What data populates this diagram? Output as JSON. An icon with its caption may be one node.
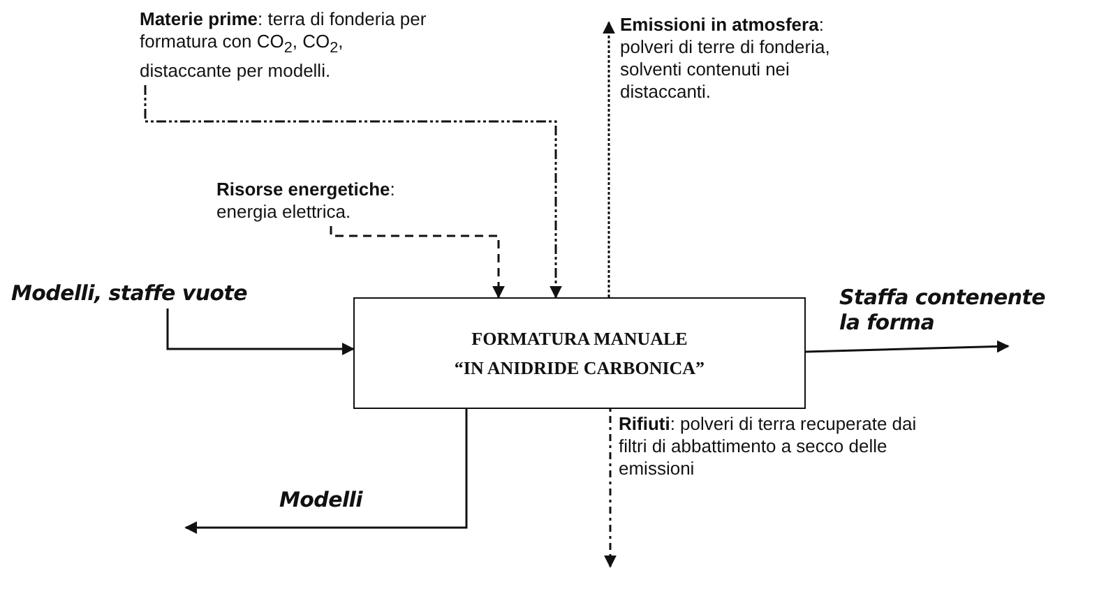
{
  "diagram": {
    "nodes": [
      {
        "text": [
          "FORMATURA MANUALE “IN ANIDRIDE CARBONICA”"
        ]
      },
      {
        "text": [
          "**Materie prime**: terra di fonderia per formatura con CO$_{2}$, CO$_{2}$, distaccante per modelli."
        ]
      },
      {
        "text": [
          "**Risorse energetiche**: energia elettrica."
        ]
      },
      {
        "text": [
          "**Emissioni in atmosfera**: polveri di terre di fonderia, solventi contenuti nei distaccanti."
        ]
      },
      {
        "text": [
          "Modelli, staffe vuote"
        ]
      },
      {
        "text": [
          "Staffa contenente la forma"
        ]
      },
      {
        "text": [
          "Modelli"
        ]
      },
      {
        "text": [
          "**Rifiuti**: polveri di terra recuperate dai filtri di abbattimento a secco delle emissioni"
        ]
      }
    ],
    "edges": [
      {
        "from": 1,
        "to": 0,
        "arrow": "to",
        "style": "dashed"
      },
      {
        "from": 2,
        "to": 0,
        "arrow": "to",
        "style": "dashed"
      },
      {
        "from": 0,
        "to": 3,
        "arrow": "to",
        "style": "dashed"
      },
      {
        "from": 4,
        "to": 0,
        "arrow": "to"
      },
      {
        "from": 0,
        "to": 5,
        "arrow": "to"
      },
      {
        "from": 0,
        "to": 6,
        "arrow": "to"
      },
      {
        "from": 0,
        "to": 7,
        "arrow": "to",
        "style": "dashed"
      }
    ]
  }
}
